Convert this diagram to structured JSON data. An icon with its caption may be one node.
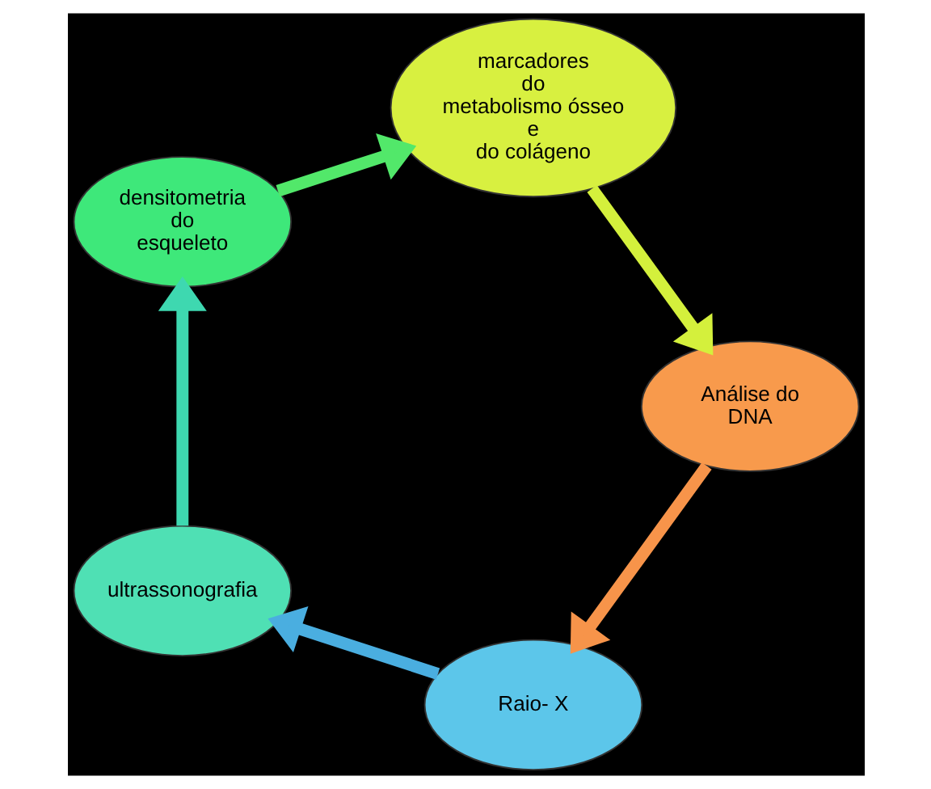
{
  "diagram": {
    "nodes": [
      {
        "text": [
          "Raio- X"
        ]
      },
      {
        "text": [
          "ultrassonografia"
        ]
      },
      {
        "text": [
          "densitometria do esqueleto"
        ]
      },
      {
        "text": [
          "marcadores do metabolismo ósseo e do colágeno"
        ]
      },
      {
        "text": [
          "Análise do DNA"
        ]
      }
    ],
    "edges": [
      {
        "from": 0,
        "to": 1,
        "arrow": "to",
        "color": "#4aaee0"
      },
      {
        "from": 1,
        "to": 2,
        "arrow": "to",
        "color": "#3ed8b0"
      },
      {
        "from": 2,
        "to": 3,
        "arrow": "to",
        "color": "#52e86a"
      },
      {
        "from": 3,
        "to": 4,
        "arrow": "to",
        "color": "#d4f03c"
      },
      {
        "from": 4,
        "to": 0,
        "arrow": "to",
        "color": "#f7944a"
      }
    ]
  }
}
